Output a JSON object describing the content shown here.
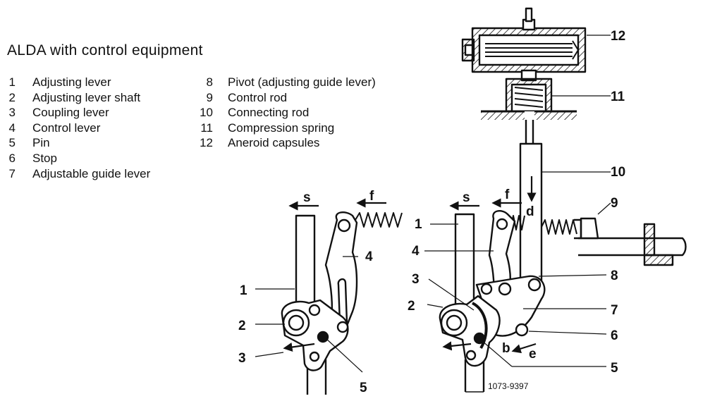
{
  "title": "ALDA with control equipment",
  "legend_left": [
    {
      "num": "1",
      "label": "Adjusting lever"
    },
    {
      "num": "2",
      "label": "Adjusting lever shaft"
    },
    {
      "num": "3",
      "label": "Coupling lever"
    },
    {
      "num": "4",
      "label": "Control lever"
    },
    {
      "num": "5",
      "label": "Pin"
    },
    {
      "num": "6",
      "label": "Stop"
    },
    {
      "num": "7",
      "label": "Adjustable guide lever"
    }
  ],
  "legend_right": [
    {
      "num": "8",
      "label": "Pivot (adjusting guide lever)"
    },
    {
      "num": "9",
      "label": "Control rod"
    },
    {
      "num": "10",
      "label": "Connecting rod"
    },
    {
      "num": "11",
      "label": "Compression spring"
    },
    {
      "num": "12",
      "label": "Aneroid capsules"
    }
  ],
  "left_view": {
    "arrow_s": "s",
    "arrow_f": "f",
    "callouts": {
      "c1": "1",
      "c2": "2",
      "c3": "3",
      "c4": "4",
      "c5": "5"
    }
  },
  "right_view": {
    "arrow_s": "s",
    "arrow_f": "f",
    "arrow_d": "d",
    "arrow_e": "e",
    "mark_b": "b",
    "callouts": {
      "c1": "1",
      "c2": "2",
      "c3": "3",
      "c4": "4",
      "c5": "5",
      "c6": "6",
      "c7": "7",
      "c8": "8",
      "c9": "9",
      "c10": "10",
      "c11": "11",
      "c12": "12"
    }
  },
  "figure_code": "1073-9397"
}
